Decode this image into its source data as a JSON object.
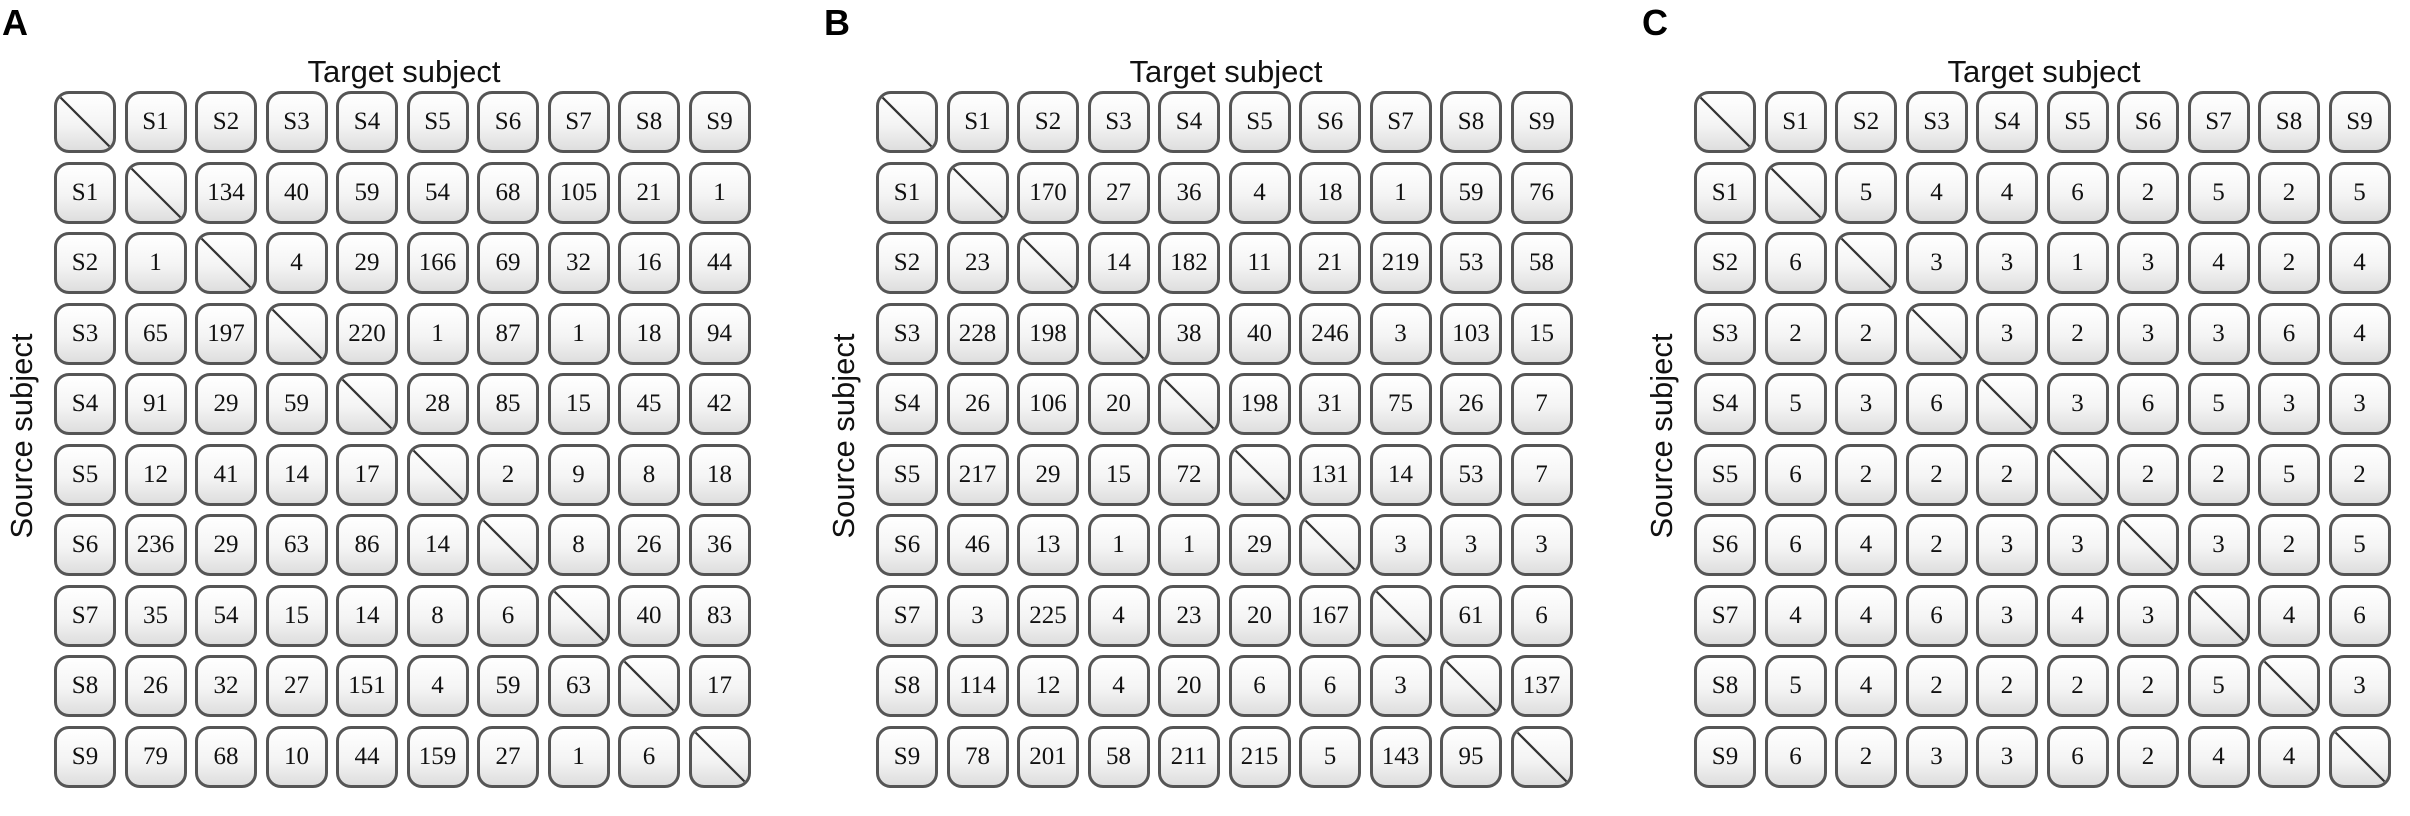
{
  "panels": [
    {
      "letter": "A",
      "target_title": "Target subject",
      "source_title": "Source subject",
      "headers": [
        "S1",
        "S2",
        "S3",
        "S4",
        "S5",
        "S6",
        "S7",
        "S8",
        "S9"
      ],
      "matrix": [
        [
          null,
          "134",
          "40",
          "59",
          "54",
          "68",
          "105",
          "21",
          "1"
        ],
        [
          "1",
          null,
          "4",
          "29",
          "166",
          "69",
          "32",
          "16",
          "44"
        ],
        [
          "65",
          "197",
          null,
          "220",
          "1",
          "87",
          "1",
          "18",
          "94"
        ],
        [
          "91",
          "29",
          "59",
          null,
          "28",
          "85",
          "15",
          "45",
          "42"
        ],
        [
          "12",
          "41",
          "14",
          "17",
          null,
          "2",
          "9",
          "8",
          "18"
        ],
        [
          "236",
          "29",
          "63",
          "86",
          "14",
          null,
          "8",
          "26",
          "36"
        ],
        [
          "35",
          "54",
          "15",
          "14",
          "8",
          "6",
          null,
          "40",
          "83"
        ],
        [
          "26",
          "32",
          "27",
          "151",
          "4",
          "59",
          "63",
          null,
          "17"
        ],
        [
          "79",
          "68",
          "10",
          "44",
          "159",
          "27",
          "1",
          "6",
          null
        ]
      ]
    },
    {
      "letter": "B",
      "target_title": "Target subject",
      "source_title": "Source subject",
      "headers": [
        "S1",
        "S2",
        "S3",
        "S4",
        "S5",
        "S6",
        "S7",
        "S8",
        "S9"
      ],
      "matrix": [
        [
          null,
          "170",
          "27",
          "36",
          "4",
          "18",
          "1",
          "59",
          "76"
        ],
        [
          "23",
          null,
          "14",
          "182",
          "11",
          "21",
          "219",
          "53",
          "58"
        ],
        [
          "228",
          "198",
          null,
          "38",
          "40",
          "246",
          "3",
          "103",
          "15"
        ],
        [
          "26",
          "106",
          "20",
          null,
          "198",
          "31",
          "75",
          "26",
          "7"
        ],
        [
          "217",
          "29",
          "15",
          "72",
          null,
          "131",
          "14",
          "53",
          "7"
        ],
        [
          "46",
          "13",
          "1",
          "1",
          "29",
          null,
          "3",
          "3",
          "3"
        ],
        [
          "3",
          "225",
          "4",
          "23",
          "20",
          "167",
          null,
          "61",
          "6"
        ],
        [
          "114",
          "12",
          "4",
          "20",
          "6",
          "6",
          "3",
          null,
          "137"
        ],
        [
          "78",
          "201",
          "58",
          "211",
          "215",
          "5",
          "143",
          "95",
          null
        ]
      ]
    },
    {
      "letter": "C",
      "target_title": "Target subject",
      "source_title": "Source subject",
      "headers": [
        "S1",
        "S2",
        "S3",
        "S4",
        "S5",
        "S6",
        "S7",
        "S8",
        "S9"
      ],
      "matrix": [
        [
          null,
          "5",
          "4",
          "4",
          "6",
          "2",
          "5",
          "2",
          "5"
        ],
        [
          "6",
          null,
          "3",
          "3",
          "1",
          "3",
          "4",
          "2",
          "4"
        ],
        [
          "2",
          "2",
          null,
          "3",
          "2",
          "3",
          "3",
          "6",
          "4"
        ],
        [
          "5",
          "3",
          "6",
          null,
          "3",
          "6",
          "5",
          "3",
          "3"
        ],
        [
          "6",
          "2",
          "2",
          "2",
          null,
          "2",
          "2",
          "5",
          "2"
        ],
        [
          "6",
          "4",
          "2",
          "3",
          "3",
          null,
          "3",
          "2",
          "5"
        ],
        [
          "4",
          "4",
          "6",
          "3",
          "4",
          "3",
          null,
          "4",
          "6"
        ],
        [
          "5",
          "4",
          "2",
          "2",
          "2",
          "2",
          "5",
          null,
          "3"
        ],
        [
          "6",
          "2",
          "3",
          "3",
          "6",
          "2",
          "4",
          "4",
          null
        ]
      ]
    }
  ]
}
